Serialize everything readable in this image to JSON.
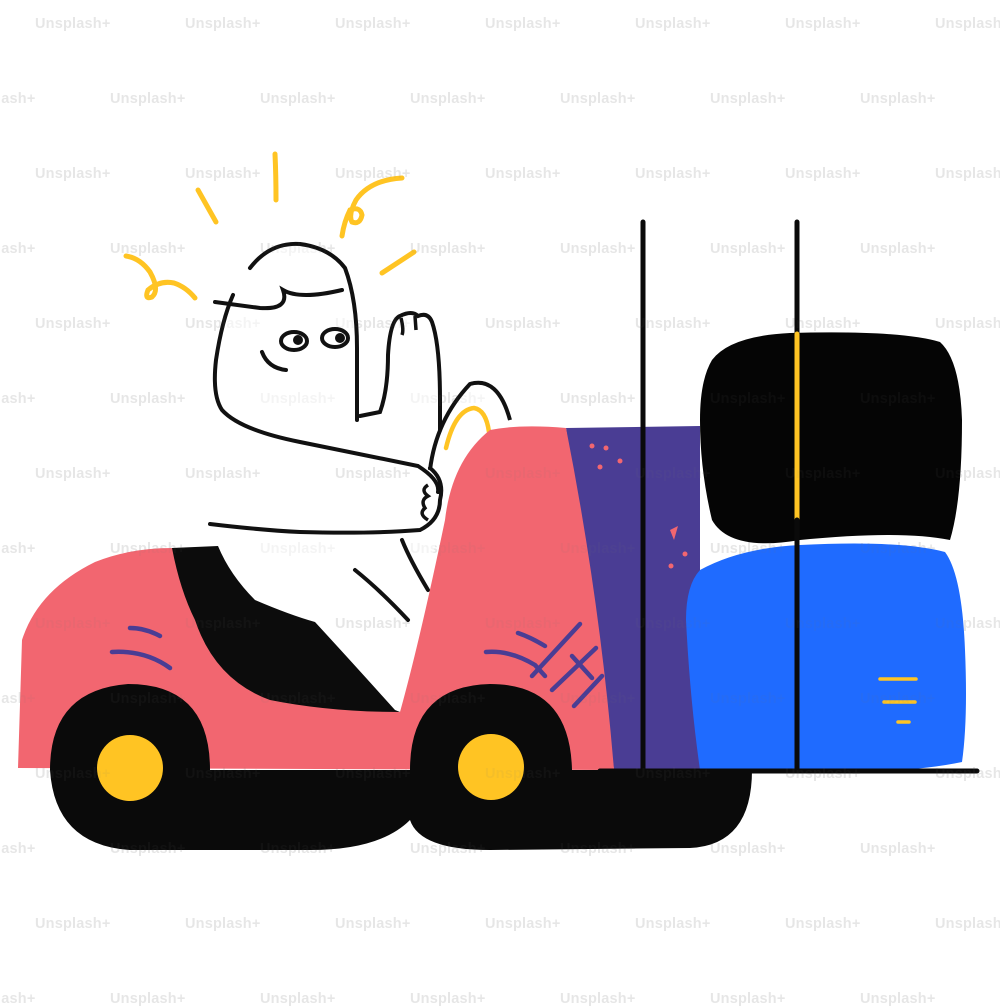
{
  "image": {
    "kind": "illustration",
    "subject": "cartoon character driving a forklift carrying stacked boxes",
    "watermark_text": "Unsplash+",
    "colors": {
      "background": "#ffffff",
      "forklift_body": "#F26670",
      "forklift_mast": "#4A3D94",
      "box_top": "#000000",
      "box_bottom": "#1F6BFF",
      "wheel": "#000000",
      "hubcap": "#FFC423",
      "sparkle": "#FFC423",
      "outline": "#111111",
      "accent_marks": "#4A3D94",
      "mast_dots": "#F26670"
    }
  }
}
